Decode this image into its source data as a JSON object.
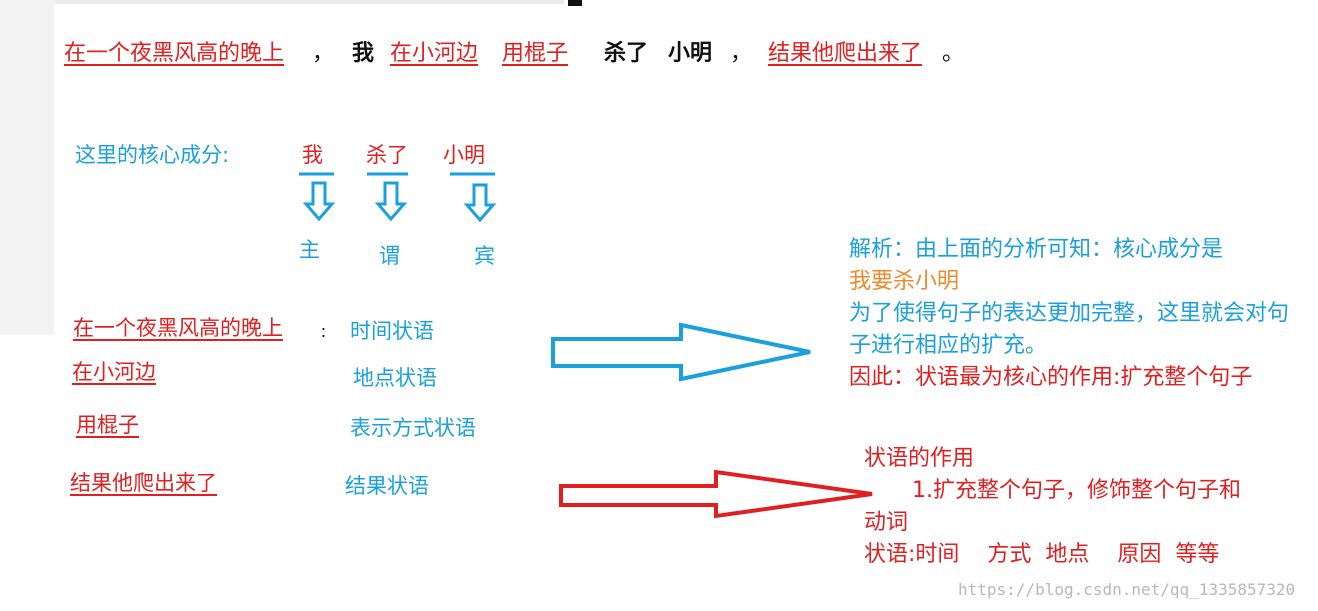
{
  "sentence": {
    "part1": "在一个夜黑风高的晚上",
    "comma1": "，",
    "subject": "我",
    "part2": "在小河边",
    "part3": "用棍子",
    "verb": "杀了",
    "object": "小明",
    "comma2": "，",
    "part4": "结果他爬出来了",
    "period": "。"
  },
  "core": {
    "label": "这里的核心成分:",
    "words": [
      "我",
      "杀了",
      "小明"
    ],
    "roles": [
      "主",
      "谓",
      "宾"
    ]
  },
  "adverbials": [
    {
      "phrase": "在一个夜黑风高的晚上",
      "suffix": "：",
      "type": "时间状语"
    },
    {
      "phrase": "在小河边",
      "suffix": "",
      "type": "地点状语"
    },
    {
      "phrase": "用棍子",
      "suffix": "",
      "type": "表示方式状语"
    },
    {
      "phrase": "结果他爬出来了",
      "suffix": "",
      "type": "结果状语"
    }
  ],
  "analysis": {
    "line1": "解析：由上面的分析可知：核心成分是",
    "core_phrase": "我要杀小明",
    "line2": "为了使得句子的表达更加完整，这里就会对句子进行相应的扩充。",
    "line3": "因此：状语最为核心的作用:扩充整个句子"
  },
  "role_summary": {
    "title": "状语的作用",
    "item1": "1.扩充整个句子，修饰整个句子和动词",
    "types": "状语:时间    方式  地点    原因  等等"
  },
  "watermark": "https://blog.csdn.net/qq_1335857320",
  "colors": {
    "red": "#e02020",
    "blue": "#1aa0dc",
    "orange": "#f08a2a",
    "black": "#111111"
  }
}
